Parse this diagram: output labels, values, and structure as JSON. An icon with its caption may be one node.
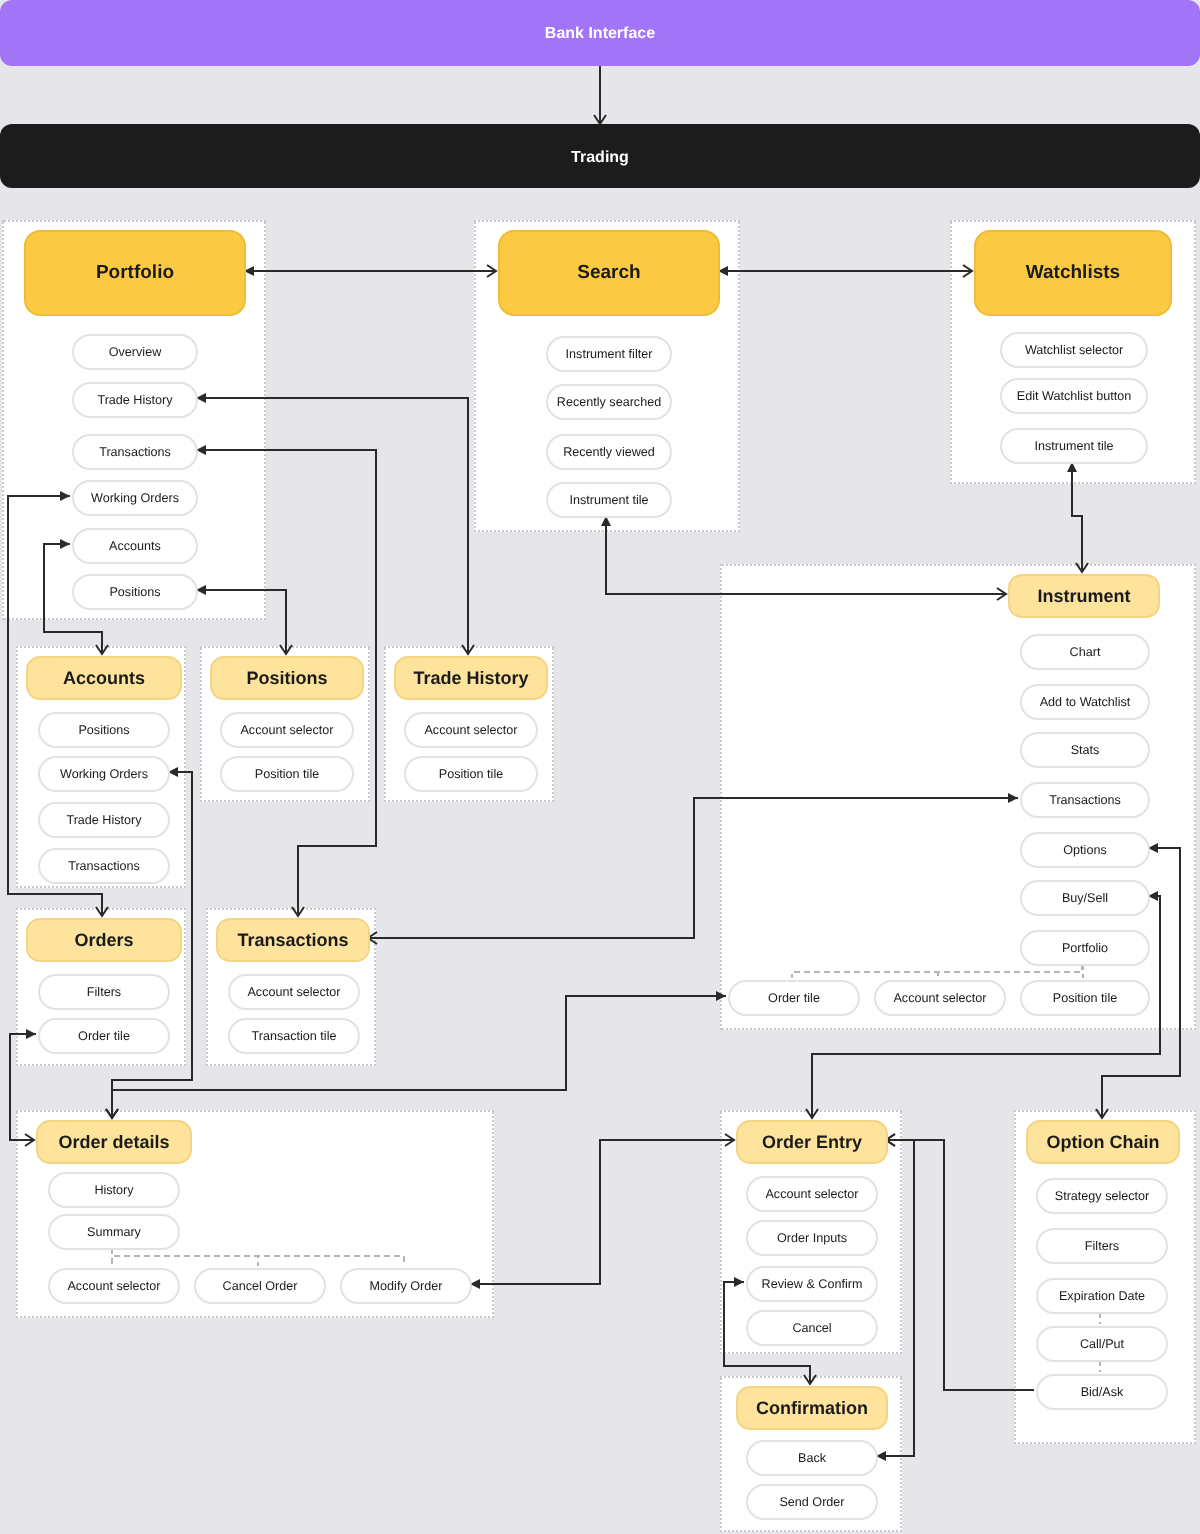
{
  "diagram": {
    "nodes": [
      {
        "text": [
          "Bank Interface"
        ]
      },
      {
        "text": [
          "Trading"
        ]
      },
      {
        "text": [],
        "shape": "box"
      },
      {
        "text": [
          "Portfolio"
        ],
        "in": 2
      },
      {
        "text": [
          "Overview"
        ],
        "in": 2
      },
      {
        "text": [
          "Trade History"
        ],
        "in": 2
      },
      {
        "text": [
          "Transactions"
        ],
        "in": 2
      },
      {
        "text": [
          "Working Orders"
        ],
        "in": 2
      },
      {
        "text": [
          "Accounts"
        ],
        "in": 2
      },
      {
        "text": [
          "Positions"
        ],
        "in": 2
      },
      {
        "text": [],
        "shape": "box"
      },
      {
        "text": [
          "Search"
        ],
        "in": 10
      },
      {
        "text": [
          "Instrument filter"
        ],
        "in": 10
      },
      {
        "text": [
          "Recently searched"
        ],
        "in": 10
      },
      {
        "text": [
          "Recently viewed"
        ],
        "in": 10
      },
      {
        "text": [
          "Instrument tile"
        ],
        "in": 10
      },
      {
        "text": [],
        "shape": "box"
      },
      {
        "text": [
          "Watchlists"
        ],
        "in": 16
      },
      {
        "text": [
          "Watchlist selector"
        ],
        "in": 16
      },
      {
        "text": [
          "Edit Watchlist button"
        ],
        "in": 16
      },
      {
        "text": [
          "Instrument tile"
        ],
        "in": 16
      },
      {
        "text": [],
        "shape": "box"
      },
      {
        "text": [
          "Instrument"
        ],
        "in": 21
      },
      {
        "text": [
          "Chart"
        ],
        "in": 21
      },
      {
        "text": [
          "Add to Watchlist"
        ],
        "in": 21
      },
      {
        "text": [
          "Stats"
        ],
        "in": 21
      },
      {
        "text": [
          "Transactions"
        ],
        "in": 21
      },
      {
        "text": [
          "Options"
        ],
        "in": 21
      },
      {
        "text": [
          "Buy/Sell"
        ],
        "in": 21
      },
      {
        "text": [
          "Portfolio"
        ],
        "in": 21
      },
      {
        "text": [
          "Order tile"
        ],
        "in": 21
      },
      {
        "text": [
          "Account selector"
        ],
        "in": 21
      },
      {
        "text": [
          "Position tile"
        ],
        "in": 21
      },
      {
        "text": [],
        "shape": "box"
      },
      {
        "text": [
          "Accounts"
        ],
        "in": 33
      },
      {
        "text": [
          "Positions"
        ],
        "in": 33
      },
      {
        "text": [
          "Working Orders"
        ],
        "in": 33
      },
      {
        "text": [
          "Trade History"
        ],
        "in": 33
      },
      {
        "text": [
          "Transactions"
        ],
        "in": 33
      },
      {
        "text": [],
        "shape": "box"
      },
      {
        "text": [
          "Positions"
        ],
        "in": 39
      },
      {
        "text": [
          "Account selector"
        ],
        "in": 39
      },
      {
        "text": [
          "Position tile"
        ],
        "in": 39
      },
      {
        "text": [],
        "shape": "box"
      },
      {
        "text": [
          "Trade History"
        ],
        "in": 43
      },
      {
        "text": [
          "Account selector"
        ],
        "in": 43
      },
      {
        "text": [
          "Position tile"
        ],
        "in": 43
      },
      {
        "text": [],
        "shape": "box"
      },
      {
        "text": [
          "Orders"
        ],
        "in": 47
      },
      {
        "text": [
          "Filters"
        ],
        "in": 47
      },
      {
        "text": [
          "Order tile"
        ],
        "in": 47
      },
      {
        "text": [],
        "shape": "box"
      },
      {
        "text": [
          "Transactions"
        ],
        "in": 51
      },
      {
        "text": [
          "Account selector"
        ],
        "in": 51
      },
      {
        "text": [
          "Transaction tile"
        ],
        "in": 51
      },
      {
        "text": [],
        "shape": "box"
      },
      {
        "text": [
          "Order details"
        ],
        "in": 55
      },
      {
        "text": [
          "History"
        ],
        "in": 55
      },
      {
        "text": [
          "Summary"
        ],
        "in": 55
      },
      {
        "text": [
          "Account selector"
        ],
        "in": 55
      },
      {
        "text": [
          "Cancel Order"
        ],
        "in": 55
      },
      {
        "text": [
          "Modify Order"
        ],
        "in": 55
      },
      {
        "text": [],
        "shape": "box"
      },
      {
        "text": [
          "Order Entry"
        ],
        "in": 62
      },
      {
        "text": [
          "Account selector"
        ],
        "in": 62
      },
      {
        "text": [
          "Order Inputs"
        ],
        "in": 62
      },
      {
        "text": [
          "Review & Confirm"
        ],
        "in": 62
      },
      {
        "text": [
          "Cancel"
        ],
        "in": 62
      },
      {
        "text": [],
        "shape": "box"
      },
      {
        "text": [
          "Option Chain"
        ],
        "in": 68
      },
      {
        "text": [
          "Strategy selector"
        ],
        "in": 68
      },
      {
        "text": [
          "Filters"
        ],
        "in": 68
      },
      {
        "text": [
          "Expiration Date"
        ],
        "in": 68
      },
      {
        "text": [
          "Call/Put"
        ],
        "in": 68
      },
      {
        "text": [
          "Bid/Ask"
        ],
        "in": 68
      },
      {
        "text": [],
        "shape": "box"
      },
      {
        "text": [
          "Confirmation"
        ],
        "in": 75
      },
      {
        "text": [
          "Back"
        ],
        "in": 75
      },
      {
        "text": [
          "Send Order"
        ],
        "in": 75
      }
    ],
    "edges": [
      {
        "from": 0,
        "to": 1,
        "arrow": "to"
      },
      {
        "from": 3,
        "to": 11,
        "arrow": "both"
      },
      {
        "from": 11,
        "to": 17,
        "arrow": "both"
      },
      {
        "from": 5,
        "to": 44,
        "arrow": "both"
      },
      {
        "from": 6,
        "to": 52,
        "arrow": "both"
      },
      {
        "from": 7,
        "to": 48,
        "arrow": "both"
      },
      {
        "from": 8,
        "to": 34,
        "arrow": "both"
      },
      {
        "from": 9,
        "to": 40,
        "arrow": "both"
      },
      {
        "from": 15,
        "to": 22,
        "arrow": "both"
      },
      {
        "from": 20,
        "to": 22,
        "arrow": "both"
      },
      {
        "from": 26,
        "to": 52,
        "arrow": "both"
      },
      {
        "from": 36,
        "to": 56,
        "arrow": "both"
      },
      {
        "from": 50,
        "to": 56,
        "arrow": "both"
      },
      {
        "from": 30,
        "to": 56,
        "arrow": "both"
      },
      {
        "from": 61,
        "to": 63,
        "arrow": "both"
      },
      {
        "from": 28,
        "to": 63,
        "arrow": "both"
      },
      {
        "from": 27,
        "to": 69,
        "arrow": "both"
      },
      {
        "from": 74,
        "to": 63,
        "arrow": "to"
      },
      {
        "from": 66,
        "to": 76,
        "arrow": "both"
      },
      {
        "from": 77,
        "to": 63,
        "arrow": "both"
      },
      {
        "from": 29,
        "to": 30,
        "arrow": "none",
        "style": "dashed",
        "color": "#b5b5b5"
      },
      {
        "from": 29,
        "to": 31,
        "arrow": "none",
        "style": "dashed",
        "color": "#b5b5b5"
      },
      {
        "from": 29,
        "to": 32,
        "arrow": "none",
        "style": "dashed",
        "color": "#b5b5b5"
      },
      {
        "from": 58,
        "to": 59,
        "arrow": "none",
        "style": "dashed",
        "color": "#b5b5b5"
      },
      {
        "from": 58,
        "to": 60,
        "arrow": "none",
        "style": "dashed",
        "color": "#b5b5b5"
      },
      {
        "from": 58,
        "to": 61,
        "arrow": "none",
        "style": "dashed",
        "color": "#b5b5b5"
      },
      {
        "from": 72,
        "to": 73,
        "arrow": "none",
        "style": "dashed",
        "color": "#b5b5b5"
      },
      {
        "from": 73,
        "to": 74,
        "arrow": "none",
        "style": "dashed",
        "color": "#b5b5b5"
      }
    ]
  }
}
